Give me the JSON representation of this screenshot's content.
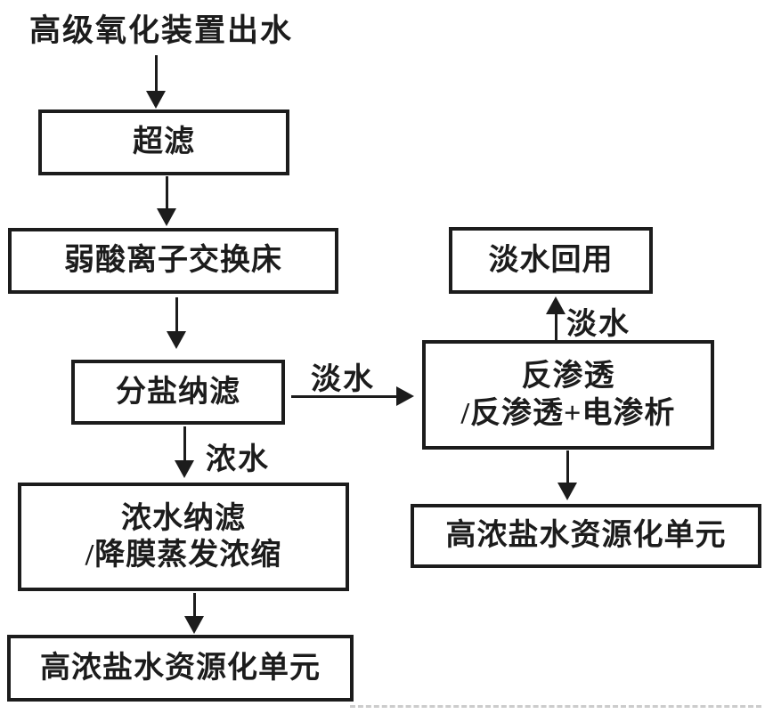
{
  "diagram": {
    "background_color": "#ffffff",
    "ink_color": "#1c1c1c",
    "source_label": "高级氧化装置出水",
    "nodes": {
      "ultrafiltration": {
        "label": "超滤"
      },
      "ion_exchange": {
        "label": "弱酸离子交换床"
      },
      "salt_nanofiltration": {
        "label": "分盐纳滤"
      },
      "concentrate_nanofiltration": {
        "line1": "浓水纳滤",
        "line2": "/降膜蒸发浓缩"
      },
      "brine_unit_left": {
        "label": "高浓盐水资源化单元"
      },
      "freshwater_reuse": {
        "label": "淡水回用"
      },
      "reverse_osmosis": {
        "line1": "反渗透",
        "line2": "/反渗透+电渗析"
      },
      "brine_unit_right": {
        "label": "高浓盐水资源化单元"
      }
    },
    "flow_labels": {
      "nf_to_ro": "淡水",
      "nf_to_concentrate": "浓水",
      "ro_to_reuse": "淡水"
    }
  }
}
